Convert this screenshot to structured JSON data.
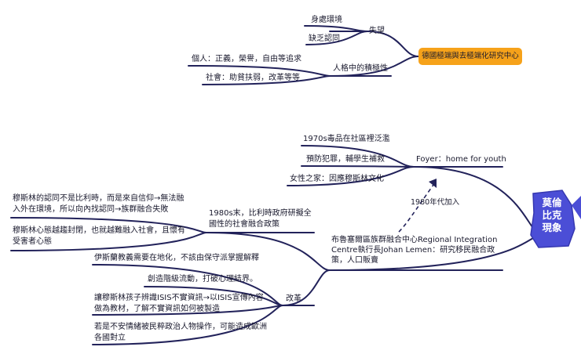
{
  "top": {
    "org": "德國極端與去極端化研究中心",
    "disappointment": "失望",
    "surroundings": "身處環境",
    "lack_identity": "缺乏認同",
    "positive": "人格中的積極性",
    "personal": "個人：正義，榮譽，自由等追求",
    "social": "社會：助貧扶弱，改革等等"
  },
  "center": {
    "line1": "莫倫",
    "line2": "比克",
    "line3": "現象"
  },
  "foyer": {
    "title": "Foyer：home for youth",
    "items": [
      "1970s毒品在社區裡泛濫",
      "預防犯罪，輔學生補救",
      "女性之家：因應穆斯林文化"
    ]
  },
  "link_label": "1980年代加入",
  "regional": "布魯塞爾區族群融合中心Regional Integration Centre執行長Johan Lemen：研究移民融合政策，人口販賣",
  "policy80": {
    "title": "1980s末，比利時政府研擬全國性的社會融合政策",
    "a": "穆斯林的認同不是比利時，而是來自信仰→無法融入外在環境，所以向內找認同→族群融合失敗",
    "b": "穆斯林心態越趨封閉，也就越難融入社會，且懷有受害者心態"
  },
  "reform": {
    "title": "改革",
    "items": [
      "伊斯蘭教義需要在地化，不該由保守派掌握解釋",
      "創造階級流動，打破心理結界。",
      "讓穆斯林孩子辨識ISIS不實資訊→以ISIS宣傳內容做為教材，了解不實資訊如何被製造",
      "若是不安情緒被民粹政治人物操作，可能造成歐洲各國對立"
    ]
  },
  "colors": {
    "line": "#22225a",
    "accent": "#4b4ed6",
    "orange": "#f6a21a"
  }
}
